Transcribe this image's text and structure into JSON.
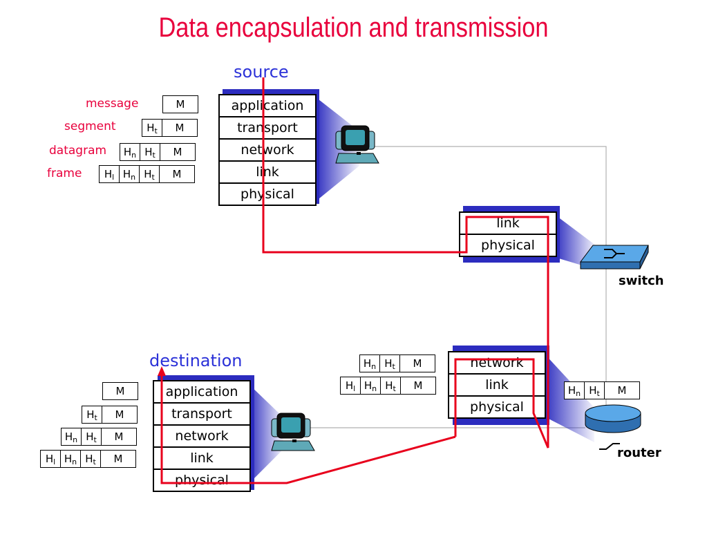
{
  "title": "Data encapsulation and transmission",
  "nodes": {
    "source": "source",
    "destination": "destination",
    "switch": "switch",
    "router": "router"
  },
  "row_labels": {
    "message": "message",
    "segment": "segment",
    "datagram": "datagram",
    "frame": "frame"
  },
  "stacks": {
    "source": [
      "application",
      "transport",
      "network",
      "link",
      "physical"
    ],
    "switch": [
      "link",
      "physical"
    ],
    "router": [
      "network",
      "link",
      "physical"
    ],
    "destination": [
      "application",
      "transport",
      "network",
      "link",
      "physical"
    ]
  },
  "headers": {
    "message": "M",
    "transport_header": "H",
    "transport_sub": "t",
    "network_header": "H",
    "network_sub": "n",
    "link_header": "H",
    "link_sub": "l"
  },
  "colors": {
    "title": "#e8003c",
    "node_label": "#2b31d8",
    "path": "#e8001c",
    "stack_shadow": "#2c2cbf"
  },
  "icons": [
    "computer-icon",
    "switch-icon",
    "router-icon"
  ]
}
